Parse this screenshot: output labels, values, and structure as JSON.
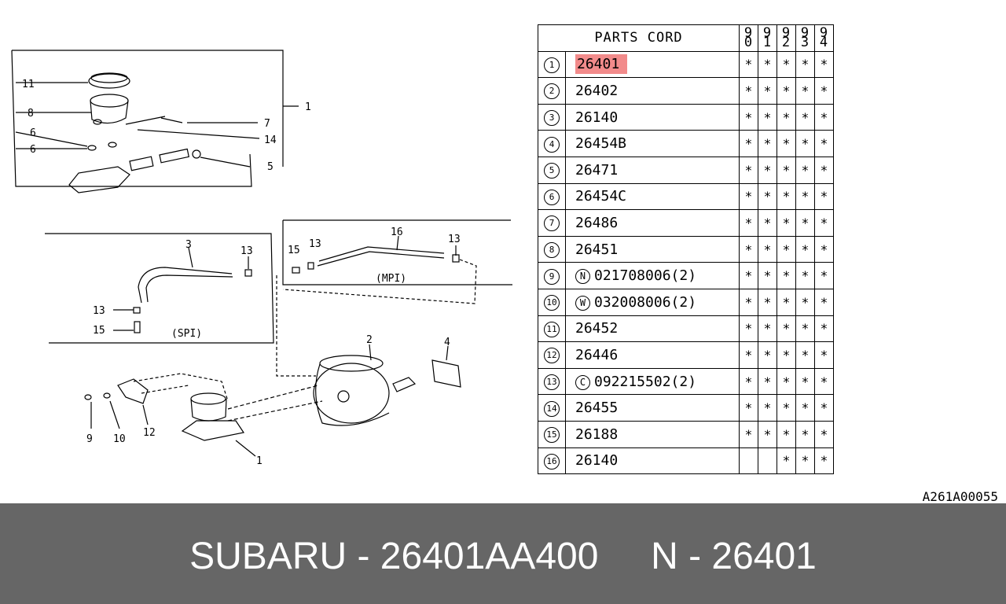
{
  "callouts": {
    "c1": "1",
    "c11": "11",
    "c8": "8",
    "c6a": "6",
    "c6b": "6",
    "c7": "7",
    "c14": "14",
    "c5": "5",
    "c3": "3",
    "c13a": "13",
    "c13b": "13",
    "c15a": "15",
    "spi": "(SPI)",
    "c16": "16",
    "c15b": "15",
    "c13c": "13",
    "c13d": "13",
    "mpi": "(MPI)",
    "c2": "2",
    "c4": "4",
    "c9": "9",
    "c10": "10",
    "c12": "12",
    "c1b": "1"
  },
  "table": {
    "header": "PARTS CORD",
    "years": [
      [
        "9",
        "0"
      ],
      [
        "9",
        "1"
      ],
      [
        "9",
        "2"
      ],
      [
        "9",
        "3"
      ],
      [
        "9",
        "4"
      ]
    ],
    "rows": [
      {
        "num": "1",
        "prefix": "",
        "code": "26401",
        "marks": [
          "*",
          "*",
          "*",
          "*",
          "*"
        ],
        "highlight": true
      },
      {
        "num": "2",
        "prefix": "",
        "code": "26402",
        "marks": [
          "*",
          "*",
          "*",
          "*",
          "*"
        ]
      },
      {
        "num": "3",
        "prefix": "",
        "code": "26140",
        "marks": [
          "*",
          "*",
          "*",
          "*",
          "*"
        ]
      },
      {
        "num": "4",
        "prefix": "",
        "code": "26454B",
        "marks": [
          "*",
          "*",
          "*",
          "*",
          "*"
        ]
      },
      {
        "num": "5",
        "prefix": "",
        "code": "26471",
        "marks": [
          "*",
          "*",
          "*",
          "*",
          "*"
        ]
      },
      {
        "num": "6",
        "prefix": "",
        "code": "26454C",
        "marks": [
          "*",
          "*",
          "*",
          "*",
          "*"
        ]
      },
      {
        "num": "7",
        "prefix": "",
        "code": "26486",
        "marks": [
          "*",
          "*",
          "*",
          "*",
          "*"
        ]
      },
      {
        "num": "8",
        "prefix": "",
        "code": "26451",
        "marks": [
          "*",
          "*",
          "*",
          "*",
          "*"
        ]
      },
      {
        "num": "9",
        "prefix": "N",
        "code": "021708006(2)",
        "marks": [
          "*",
          "*",
          "*",
          "*",
          "*"
        ]
      },
      {
        "num": "10",
        "prefix": "W",
        "code": "032008006(2)",
        "marks": [
          "*",
          "*",
          "*",
          "*",
          "*"
        ]
      },
      {
        "num": "11",
        "prefix": "",
        "code": "26452",
        "marks": [
          "*",
          "*",
          "*",
          "*",
          "*"
        ]
      },
      {
        "num": "12",
        "prefix": "",
        "code": "26446",
        "marks": [
          "*",
          "*",
          "*",
          "*",
          "*"
        ]
      },
      {
        "num": "13",
        "prefix": "C",
        "code": "092215502(2)",
        "marks": [
          "*",
          "*",
          "*",
          "*",
          "*"
        ]
      },
      {
        "num": "14",
        "prefix": "",
        "code": "26455",
        "marks": [
          "*",
          "*",
          "*",
          "*",
          "*"
        ]
      },
      {
        "num": "15",
        "prefix": "",
        "code": "26188",
        "marks": [
          "*",
          "*",
          "*",
          "*",
          "*"
        ]
      },
      {
        "num": "16",
        "prefix": "",
        "code": "26140",
        "marks": [
          "",
          "",
          "*",
          "*",
          "*"
        ]
      }
    ]
  },
  "reference": "A261A00055",
  "footer": "SUBARU - 26401AA400     N - 26401"
}
